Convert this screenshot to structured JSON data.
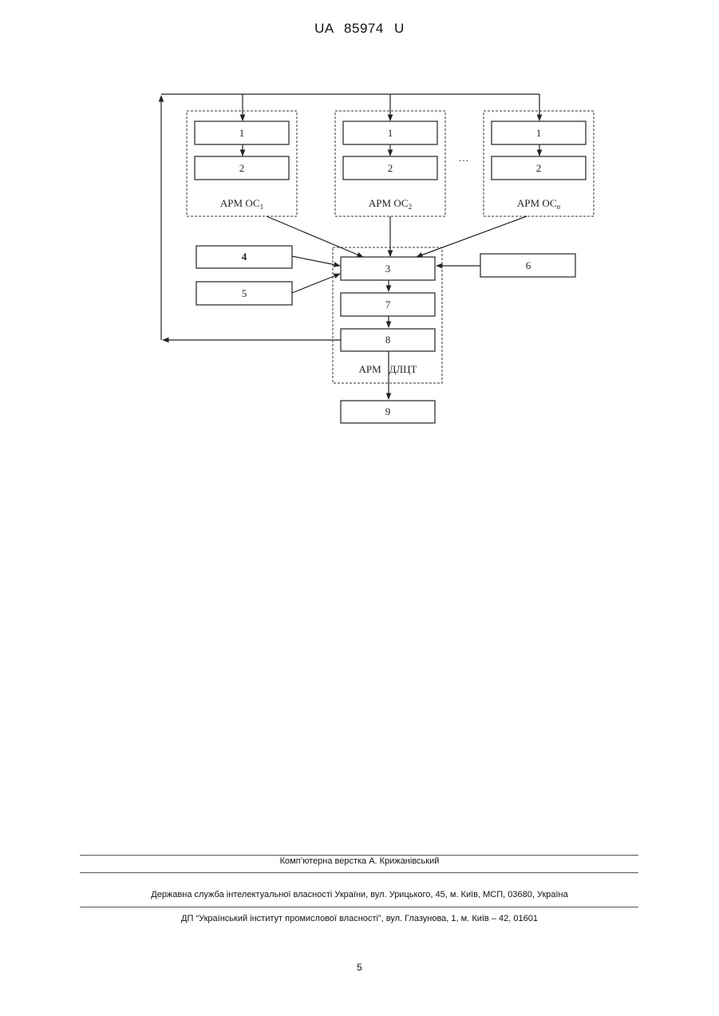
{
  "header": {
    "doc_number": "UA   85974   U"
  },
  "diagram": {
    "arm_os_groups": [
      {
        "block_top": "1",
        "block_bottom": "2",
        "label": "АРМ ОС",
        "label_sub": "1"
      },
      {
        "block_top": "1",
        "block_bottom": "2",
        "label": "АРМ ОС",
        "label_sub": "2"
      },
      {
        "block_top": "1",
        "block_bottom": "2",
        "label": "АРМ ОС",
        "label_sub": "n"
      }
    ],
    "ellipsis": "…",
    "external_blocks": {
      "b4": "4",
      "b5": "5",
      "b6": "6"
    },
    "dlct_group": {
      "b3": "3",
      "b7": "7",
      "b8": "8",
      "label": "АРМ   ДЛЦТ"
    },
    "output_block": "9"
  },
  "footer": {
    "layout_credit": "Комп’ютерна верстка А. Крижанівський",
    "agency": "Державна служба інтелектуальної власності України, вул. Урицького, 45, м. Київ, МСП, 03680, Україна",
    "institute": "ДП “Український інститут промислової власності”, вул. Глазунова, 1, м. Київ – 42, 01601"
  },
  "page_number": "5"
}
